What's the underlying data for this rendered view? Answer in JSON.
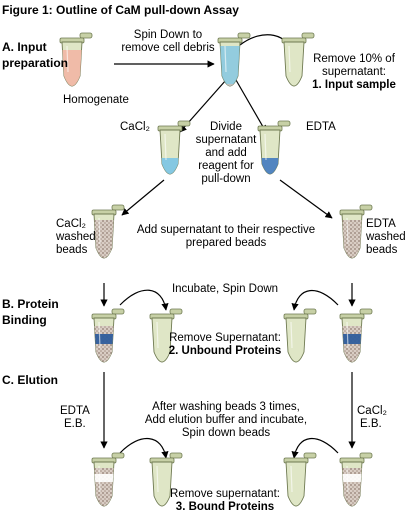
{
  "figure_title": "Figure 1: Outline of CaM pull-down Assay",
  "sections": {
    "input_preparation": [
      "A. Input",
      "preparation"
    ],
    "protein_binding": [
      "B. Protein",
      "Binding"
    ],
    "elution": "C. Elution"
  },
  "labels": {
    "homogenate": "Homogenate",
    "spin_down": [
      "Spin Down to",
      "remove cell debris"
    ],
    "remove_10": [
      "Remove 10% of",
      "supernatant:"
    ],
    "input_sample": "1. Input sample",
    "cacl2_top": "CaCl₂",
    "edta_top": "EDTA",
    "divide": [
      "Divide",
      "supernatant",
      "and add",
      "reagent for",
      "pull-down"
    ],
    "cacl2_washed": [
      "CaCl₂",
      "washed",
      "beads"
    ],
    "edta_washed": [
      "EDTA",
      "washed",
      "beads"
    ],
    "add_supernatant": [
      "Add supernatant to their respective",
      "prepared beads"
    ],
    "incubate": "Incubate, Spin Down",
    "remove_supernatant_b": "Remove Supernatant:",
    "unbound": "2. Unbound Proteins",
    "edta_eb": [
      "EDTA",
      "E.B."
    ],
    "cacl2_eb": [
      "CaCl₂",
      "E.B."
    ],
    "after_washing": [
      "After washing beads 3 times,",
      "Add elution buffer and incubate,",
      "Spin down beads"
    ],
    "remove_supernatant_c": "Remove supernatant:",
    "bound": "3. Bound Proteins"
  },
  "colors": {
    "tube_fill": "#c7d0a6",
    "tube_stroke": "#6f7a52",
    "homogenate": "#f0b8a6",
    "supernatant_blue": "#7fc6e4",
    "edta_liquid": "#4a7fc0",
    "beads": "#b6a49d",
    "bound_beads": "#2f5d9c"
  }
}
